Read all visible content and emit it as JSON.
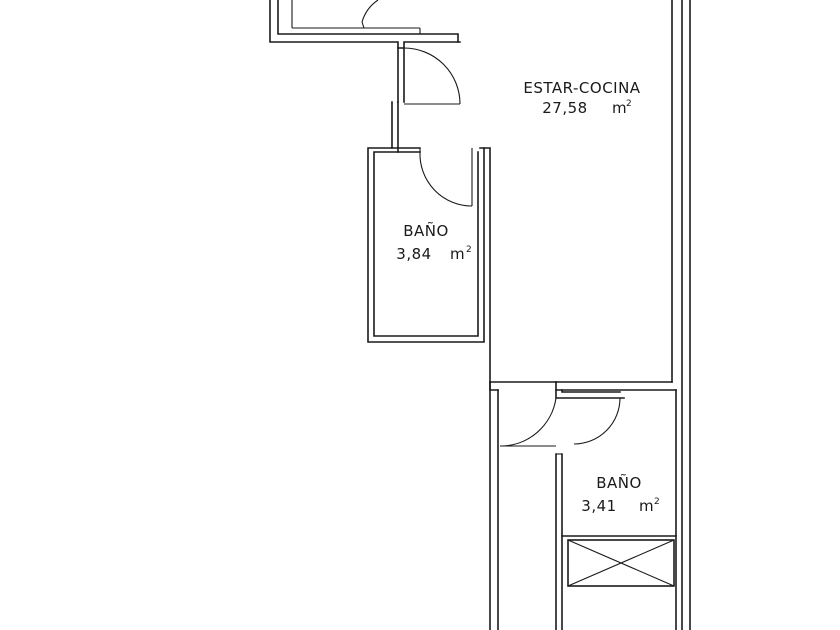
{
  "rooms": [
    {
      "name": "ESTAR-COCINA",
      "area": "27,58",
      "unit": "m",
      "unit_sup": "2"
    },
    {
      "name": "BAÑO",
      "area": "3,84",
      "unit": "m",
      "unit_sup": "2"
    },
    {
      "name": "BAÑO",
      "area": "3,41",
      "unit": "m",
      "unit_sup": "2"
    }
  ]
}
